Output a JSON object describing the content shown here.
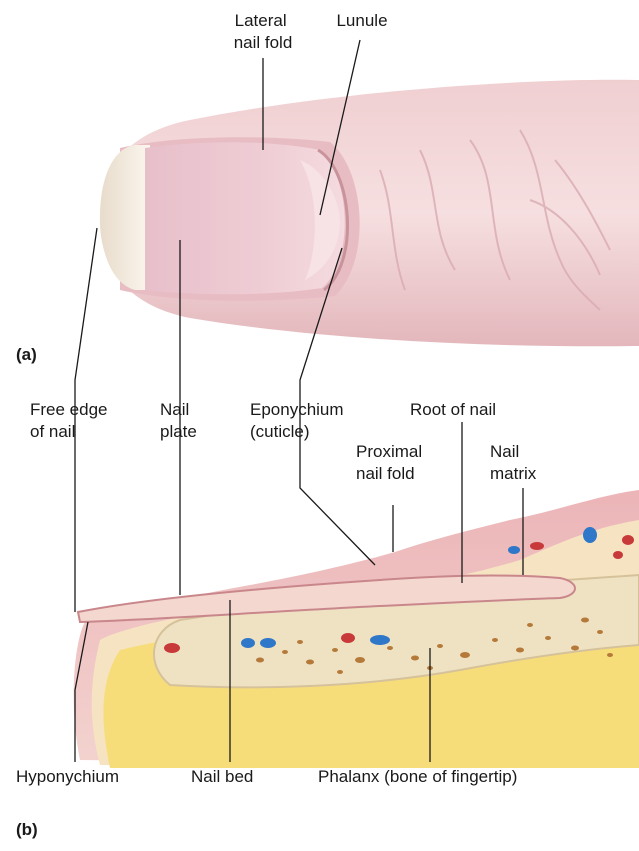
{
  "panels": {
    "a": "(a)",
    "b": "(b)"
  },
  "labels": {
    "lateral_nail_fold": [
      "Lateral",
      "nail fold"
    ],
    "lunule": "Lunule",
    "free_edge": [
      "Free edge",
      "of nail"
    ],
    "nail_plate": [
      "Nail",
      "plate"
    ],
    "eponychium": [
      "Eponychium",
      "(cuticle)"
    ],
    "root_of_nail": "Root of nail",
    "proximal_nail_fold": [
      "Proximal",
      "nail fold"
    ],
    "nail_matrix": [
      "Nail",
      "matrix"
    ],
    "hyponychium": "Hyponychium",
    "nail_bed": "Nail bed",
    "phalanx": "Phalanx (bone of fingertip)"
  },
  "colors": {
    "skin": "#f2d4d6",
    "skin_shadow": "#dcaeb3",
    "nail": "#e9c3cd",
    "free_edge": "#f6efe4",
    "fat": "#f7dd7a",
    "bone": "#efe2c3",
    "marrow": "#b57a3a",
    "vessel_red": "#c83a3a",
    "vessel_blue": "#2f77c8"
  }
}
